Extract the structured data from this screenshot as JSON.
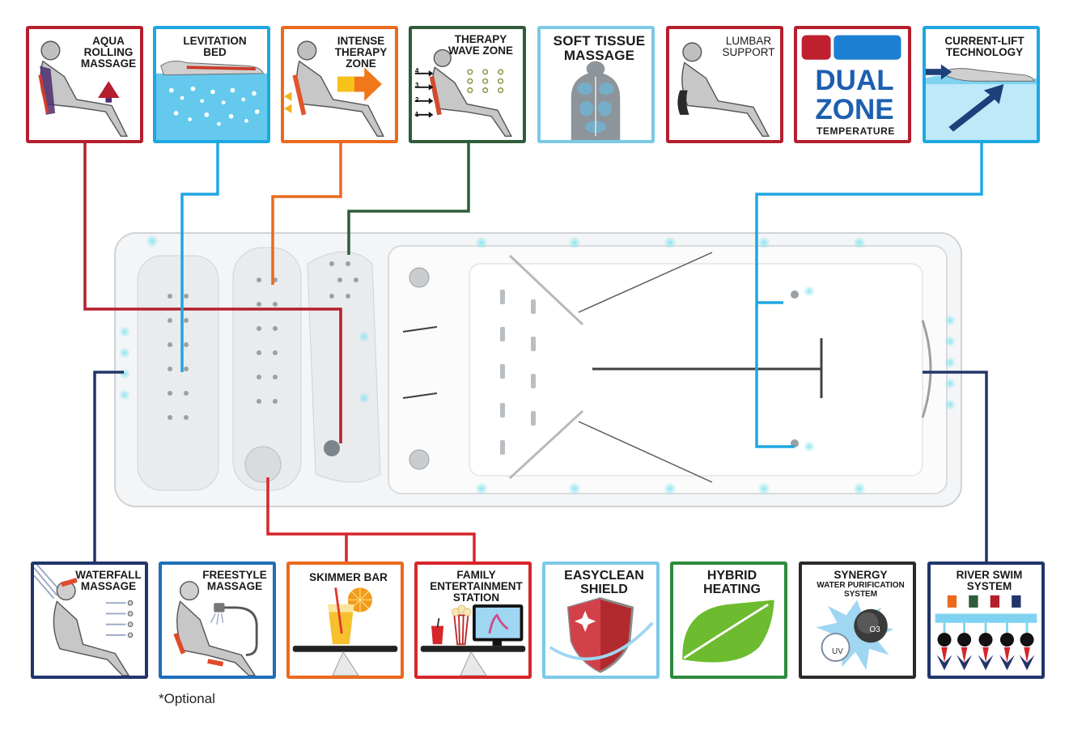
{
  "colors": {
    "red": "#b51f2e",
    "lightblue": "#1ea7e1",
    "orange": "#ea6a1e",
    "green": "#2f5d3a",
    "navy": "#22356b",
    "brightred": "#d7262b",
    "darkgray": "#2b2b2b",
    "hybridgreen": "#2e8b3e",
    "leaf": "#6dbb2e"
  },
  "top_tiles": [
    {
      "id": "aqua-rolling-massage",
      "label": "AQUA\nROLLING\nMASSAGE",
      "icon": "seated-figure-arrow-icon"
    },
    {
      "id": "levitation-bed",
      "label": "LEVITATION\nBED",
      "icon": "floating-body-bubbles-icon"
    },
    {
      "id": "intense-therapy-zone",
      "label": "INTENSE\nTHERAPY\nZONE",
      "icon": "seated-figure-heat-arrow-icon"
    },
    {
      "id": "therapy-wave-zone",
      "label": "THERAPY\nWAVE ZONE",
      "icon": "seated-figure-wave-jets-icon",
      "jet_levels": [
        "4",
        "3",
        "2",
        "1"
      ]
    },
    {
      "id": "soft-tissue-massage",
      "label": "SOFT TISSUE\nMASSAGE",
      "icon": "back-muscles-icon"
    },
    {
      "id": "lumbar-support",
      "label": "LUMBAR\nSUPPORT",
      "icon": "seated-figure-lumbar-icon"
    },
    {
      "id": "dual-zone-temperature",
      "label": "TEMPERATURE",
      "logo_text": "DUAL ZONE",
      "icon": "dual-zone-logo-icon"
    },
    {
      "id": "current-lift-technology",
      "label": "CURRENT-LIFT\nTECHNOLOGY",
      "icon": "swimmer-current-icon"
    }
  ],
  "bottom_tiles": [
    {
      "id": "waterfall-massage",
      "label": "WATERFALL\nMASSAGE",
      "icon": "waterfall-figure-icon"
    },
    {
      "id": "freestyle-massage",
      "label": "FREESTYLE\nMASSAGE",
      "icon": "handheld-shower-figure-icon"
    },
    {
      "id": "skimmer-bar",
      "label": "SKIMMER BAR",
      "icon": "drink-tray-icon"
    },
    {
      "id": "family-entertainment-station",
      "label": "FAMILY\nENTERTAINMENT\nSTATION",
      "icon": "tablet-popcorn-tray-icon"
    },
    {
      "id": "easyclean-shield",
      "label": "EASYCLEAN\nSHIELD",
      "icon": "shield-icon"
    },
    {
      "id": "hybrid-heating",
      "label": "HYBRID\nHEATING",
      "icon": "leaf-icon"
    },
    {
      "id": "synergy-water-purification",
      "label": "SYNERGY",
      "sublabel": "WATER PURIFICATION\nSYSTEM",
      "icon": "uv-ozone-splash-icon",
      "badges": [
        "O3",
        "UV"
      ]
    },
    {
      "id": "river-swim-system",
      "label": "RIVER SWIM\nSYSTEM",
      "icon": "swim-jets-icon"
    }
  ],
  "footnote": "*Optional"
}
